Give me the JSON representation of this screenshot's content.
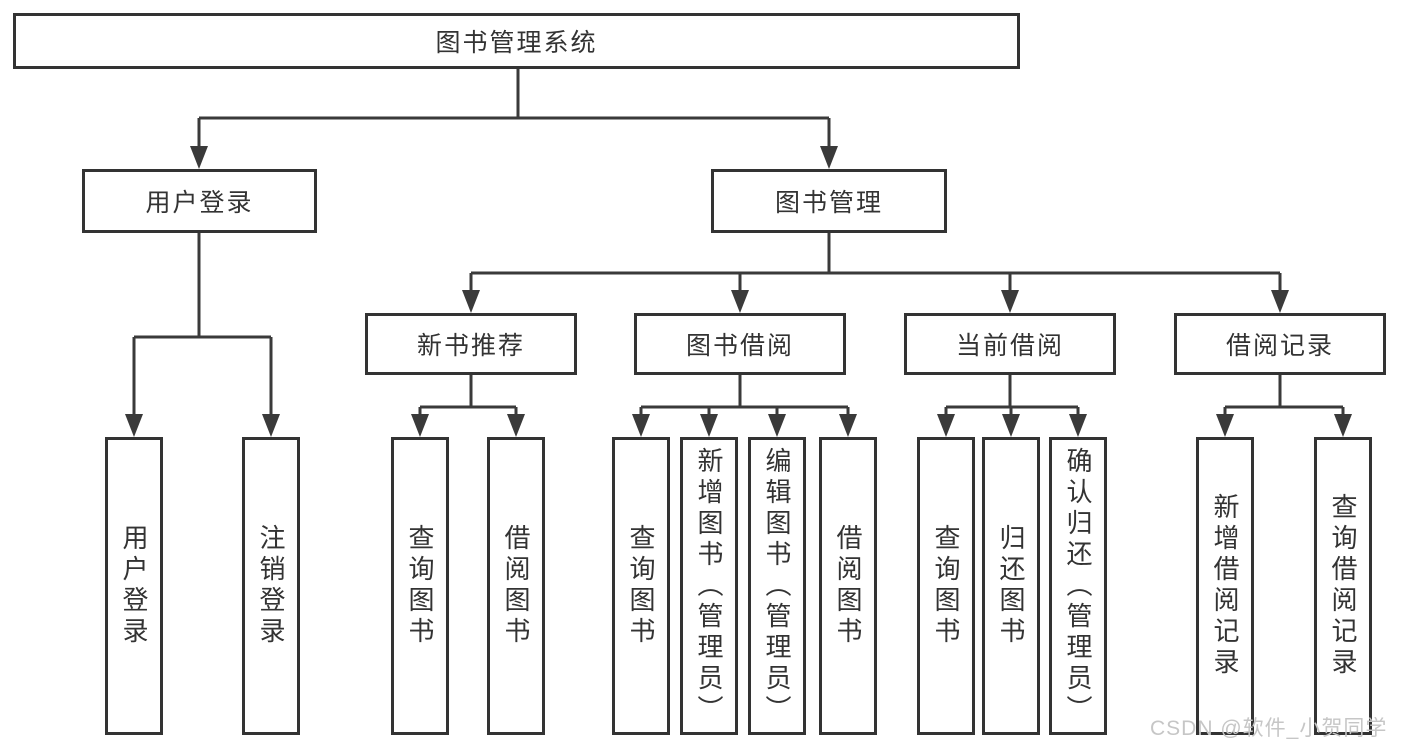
{
  "page": {
    "background": "#ffffff"
  },
  "colors": {
    "box_border": "#333333",
    "connector_line": "#3a3a3a",
    "label_text": "#333333",
    "watermark_text": "#c6c6c6"
  },
  "tree": {
    "root": "图书管理系统",
    "branches": [
      {
        "label": "用户登录",
        "children": [
          "用户登录",
          "注销登录"
        ]
      },
      {
        "label": "图书管理",
        "children": [
          {
            "label": "新书推荐",
            "children": [
              "查询图书",
              "借阅图书"
            ]
          },
          {
            "label": "图书借阅",
            "children": [
              "查询图书",
              "新增图书（管理员）",
              "编辑图书（管理员）",
              "借阅图书"
            ]
          },
          {
            "label": "当前借阅",
            "children": [
              "查询图书",
              "归还图书",
              "确认归还（管理员）"
            ]
          },
          {
            "label": "借阅记录",
            "children": [
              "新增借阅记录",
              "查询借阅记录"
            ]
          }
        ]
      }
    ]
  },
  "watermark": {
    "text": "CSDN @软件_小贺同学"
  }
}
